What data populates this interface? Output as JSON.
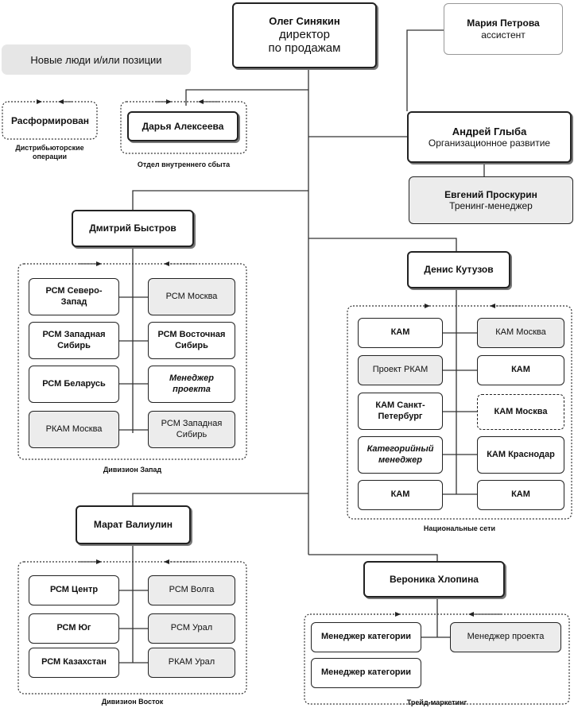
{
  "legend": "Новые люди и/или позиции",
  "top": {
    "name": "Олег Синякин",
    "role_line1": "директор",
    "role_line2": "по продажам"
  },
  "assistant": {
    "name": "Мария Петрова",
    "role": "ассистент"
  },
  "disbanded": {
    "text": "Расформирован",
    "caption": "Дистрибьюторские\nоперации"
  },
  "internal": {
    "name": "Дарья Алексеева",
    "caption": "Отдел внутреннего сбыта"
  },
  "org_dev": {
    "name": "Андрей Глыба",
    "role": "Организационное развитие"
  },
  "trainer": {
    "name": "Евгений Проскурин",
    "role": "Тренинг-менеджер"
  },
  "west": {
    "head": "Дмитрий Быстров",
    "caption": "Дивизион Запад",
    "left": [
      "РСМ Северо-\nЗапад",
      "РСМ Западная\nСибирь",
      "РСМ Беларусь",
      "РКАМ Москва"
    ],
    "right": [
      "РСМ Москва",
      "РСМ Восточная\nСибирь",
      "Менеджер\nпроекта",
      "РСМ Западная\nСибирь"
    ]
  },
  "national": {
    "head": "Денис Кутузов",
    "caption": "Национальные сети",
    "left": [
      "КАМ",
      "Проект РКАМ",
      "КАМ Санкт-\nПетербург",
      "Категорийный\nменеджер",
      "КАМ"
    ],
    "right": [
      "КАМ Москва",
      "КАМ",
      "КАМ Москва",
      "КАМ Краснодар",
      "КАМ"
    ]
  },
  "east": {
    "head": "Марат Валиулин",
    "caption": "Дивизион Восток",
    "left": [
      "РСМ Центр",
      "РСМ Юг",
      "РСМ Казахстан"
    ],
    "right": [
      "РСМ Волга",
      "РСМ Урал",
      "РКАМ Урал"
    ]
  },
  "trade": {
    "head": "Вероника Хлопина",
    "caption": "Трейд-маркетинг",
    "left": [
      "Менеджер категории",
      "Менеджер категории"
    ],
    "right": [
      "Менеджер проекта"
    ]
  }
}
